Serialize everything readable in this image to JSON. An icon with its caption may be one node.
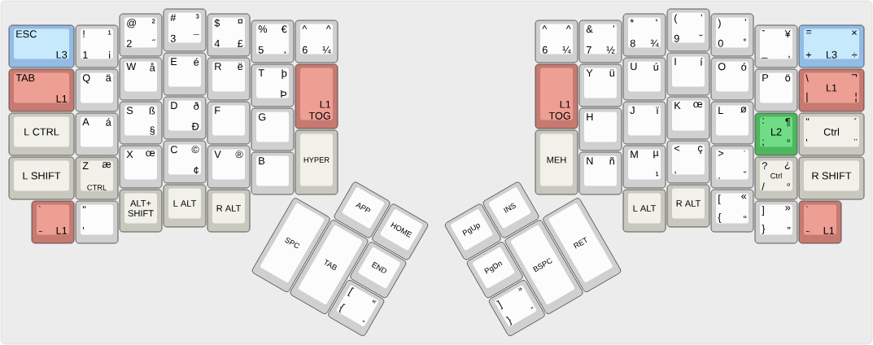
{
  "diagram": {
    "nodes": [
      {
        "text": [
          "ESC",
          "L3"
        ]
      },
      {
        "text": [
          "!",
          "¹",
          "1",
          "¡"
        ]
      },
      {
        "text": [
          "@",
          "²",
          "2",
          "˝"
        ]
      },
      {
        "text": [
          "#",
          "³",
          "3",
          "¯"
        ]
      },
      {
        "text": [
          "$",
          "¤",
          "4",
          "£"
        ]
      },
      {
        "text": [
          "%",
          "€",
          "5",
          "¸"
        ]
      },
      {
        "text": [
          "^",
          "^",
          "6",
          "¼"
        ]
      },
      {
        "text": [
          "TAB",
          "L1"
        ]
      },
      {
        "text": [
          "Q",
          "ä"
        ]
      },
      {
        "text": [
          "W",
          "å"
        ]
      },
      {
        "text": [
          "E",
          "é"
        ]
      },
      {
        "text": [
          "R",
          "ë"
        ]
      },
      {
        "text": [
          "T",
          "þ",
          "Þ"
        ]
      },
      {
        "text": [
          "L1 TOG"
        ]
      },
      {
        "text": [
          "L CTRL"
        ]
      },
      {
        "text": [
          "A",
          "á"
        ]
      },
      {
        "text": [
          "S",
          "ß",
          "§"
        ]
      },
      {
        "text": [
          "D",
          "ð",
          "Đ"
        ]
      },
      {
        "text": [
          "F"
        ]
      },
      {
        "text": [
          "G"
        ]
      },
      {
        "text": [
          "HYPER"
        ]
      },
      {
        "text": [
          "L SHIFT"
        ]
      },
      {
        "text": [
          "Z",
          "æ",
          "CTRL"
        ]
      },
      {
        "text": [
          "X",
          "œ"
        ]
      },
      {
        "text": [
          "C",
          "©",
          "¢"
        ]
      },
      {
        "text": [
          "V",
          "®"
        ]
      },
      {
        "text": [
          "B"
        ]
      },
      {
        "text": [
          "`",
          "~",
          "L1"
        ]
      },
      {
        "text": [
          "\"",
          "'"
        ]
      },
      {
        "text": [
          "ALT+ SHIFT"
        ]
      },
      {
        "text": [
          "L ALT"
        ]
      },
      {
        "text": [
          "R ALT"
        ]
      },
      {
        "text": [
          "APP"
        ]
      },
      {
        "text": [
          "HOME"
        ]
      },
      {
        "text": [
          "SPC"
        ]
      },
      {
        "text": [
          "TAB"
        ]
      },
      {
        "text": [
          "END"
        ]
      },
      {
        "text": [
          "[",
          "«",
          "{",
          "“"
        ]
      },
      {
        "text": [
          "^",
          "^",
          "6",
          "¼"
        ]
      },
      {
        "text": [
          "&",
          "ʼ",
          "7",
          "½"
        ]
      },
      {
        "text": [
          "*",
          "˛",
          "8",
          "¾"
        ]
      },
      {
        "text": [
          "(",
          "‘",
          "9",
          "˘"
        ]
      },
      {
        "text": [
          ")",
          "’",
          "0",
          "˚"
        ]
      },
      {
        "text": [
          "-",
          "¥",
          "_",
          ","
        ]
      },
      {
        "text": [
          "=",
          "×",
          "+",
          "L3",
          "÷"
        ]
      },
      {
        "text": [
          "L1 TOG"
        ]
      },
      {
        "text": [
          "Y",
          "ü"
        ]
      },
      {
        "text": [
          "U",
          "ú"
        ]
      },
      {
        "text": [
          "I",
          "í"
        ]
      },
      {
        "text": [
          "O",
          "ó"
        ]
      },
      {
        "text": [
          "P",
          "ö"
        ]
      },
      {
        "text": [
          "\\",
          "¬",
          "|",
          "L1",
          "¦"
        ]
      },
      {
        "text": [
          "MEH"
        ]
      },
      {
        "text": [
          "H"
        ]
      },
      {
        "text": [
          "J",
          "ï"
        ]
      },
      {
        "text": [
          "K",
          "œ"
        ]
      },
      {
        "text": [
          "L",
          "ø"
        ]
      },
      {
        "text": [
          ":",
          "¶",
          "L2",
          ";",
          "°"
        ]
      },
      {
        "text": [
          "\"",
          "´",
          "Ctrl",
          "'",
          "¨"
        ]
      },
      {
        "text": [
          "N",
          "ñ"
        ]
      },
      {
        "text": [
          "M",
          "µ",
          "¹"
        ]
      },
      {
        "text": [
          "<",
          "ç",
          ","
        ]
      },
      {
        "text": [
          ">",
          "˙",
          ".",
          "ˇ"
        ]
      },
      {
        "text": [
          "?",
          "¿",
          "Ctrl",
          "/",
          "°"
        ]
      },
      {
        "text": [
          "R SHIFT"
        ]
      },
      {
        "text": [
          "L ALT"
        ]
      },
      {
        "text": [
          "R ALT"
        ]
      },
      {
        "text": [
          "[",
          "«",
          "{",
          "“"
        ]
      },
      {
        "text": [
          "]",
          "»",
          "}",
          "”"
        ]
      },
      {
        "text": [
          "`",
          "~",
          "L1"
        ]
      },
      {
        "text": [
          "PgUp"
        ]
      },
      {
        "text": [
          "INS"
        ]
      },
      {
        "text": [
          "BSPC"
        ]
      },
      {
        "text": [
          "RET"
        ]
      },
      {
        "text": [
          "PgDn"
        ]
      },
      {
        "text": [
          "]",
          "»",
          "}",
          "”"
        ]
      }
    ]
  }
}
